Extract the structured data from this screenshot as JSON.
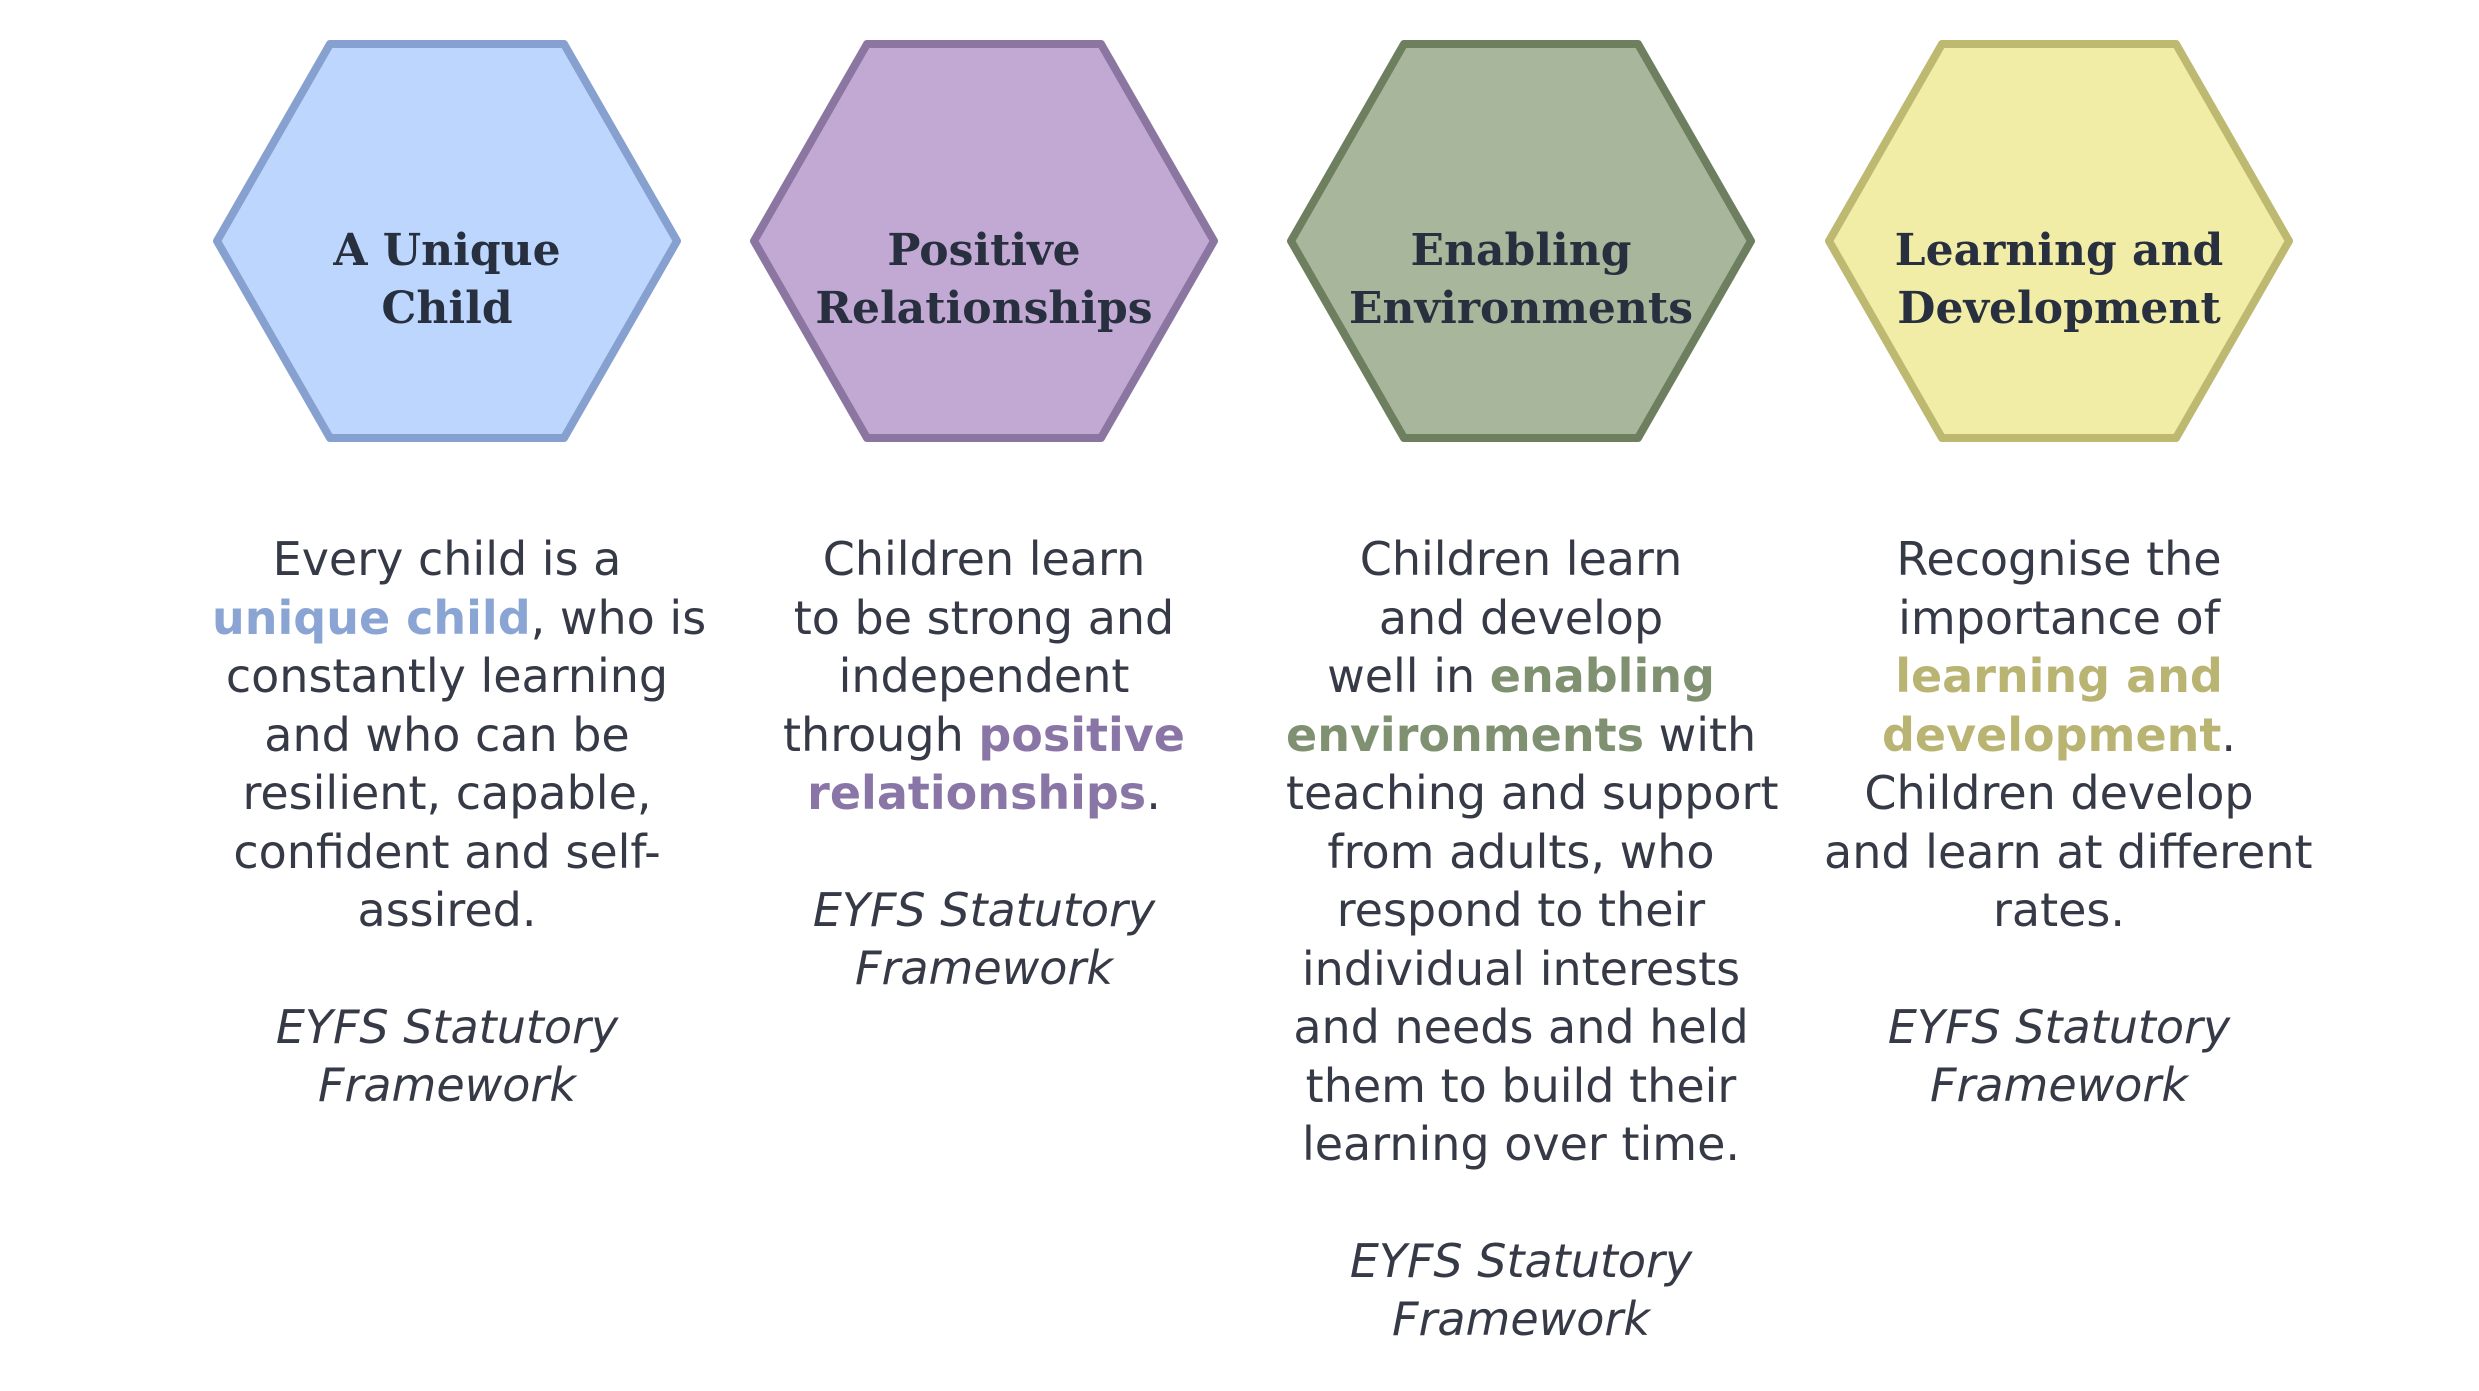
{
  "principles": [
    {
      "title_lines": [
        "A Unique",
        "Child"
      ],
      "accent": "#8aa4d4",
      "fill": "#bdd6fd",
      "stroke": "#86a0cf",
      "desc": {
        "l1": "Every child is a",
        "l2_hl": "unique child",
        "l2_post": ", who is",
        "l3": "constantly learning",
        "l4": "and who can be",
        "l5": "resilient, capable,",
        "l6": "confident and self-",
        "l7": "assired."
      },
      "source_lines": [
        "EYFS Statutory",
        "Framework"
      ]
    },
    {
      "title_lines": [
        "Positive",
        "Relationships"
      ],
      "accent": "#8a76a6",
      "fill": "#c1a9d4",
      "stroke": "#8a76a1",
      "desc": {
        "l1": "Children learn",
        "l2": "to be strong and",
        "l3": "independent",
        "l4_pre": "through ",
        "l4_hl": "positive",
        "l5_hl": "relationships",
        "l5_post": "."
      },
      "source_lines": [
        "EYFS Statutory",
        "Framework"
      ]
    },
    {
      "title_lines": [
        "Enabling",
        "Environments"
      ],
      "accent": "#7f9170",
      "fill": "#a8b79c",
      "stroke": "#6d7f5f",
      "desc": {
        "l1": "Children learn",
        "l2": "and develop",
        "l3_pre": "well in ",
        "l3_hl": "enabling",
        "l4_hl": "environments",
        "l4_post": " with",
        "l5": "teaching and support",
        "l6": "from adults, who",
        "l7": "respond to their",
        "l8": "individual interests",
        "l9": "and needs and held",
        "l10": "them to build their",
        "l11": "learning over time."
      },
      "source_lines": [
        "EYFS Statutory",
        "Framework"
      ]
    },
    {
      "title_lines": [
        "Learning and",
        "Development"
      ],
      "accent": "#b9b472",
      "fill": "#f2eda6",
      "stroke": "#bdb970",
      "desc": {
        "l1": "Recognise the",
        "l2": "importance of",
        "l3_hl": "learning and",
        "l4_hl": "development",
        "l4_post": ".",
        "l5": "Children develop",
        "l6": "and learn at different",
        "l7": "rates."
      },
      "source_lines": [
        "EYFS Statutory",
        "Framework"
      ]
    }
  ]
}
